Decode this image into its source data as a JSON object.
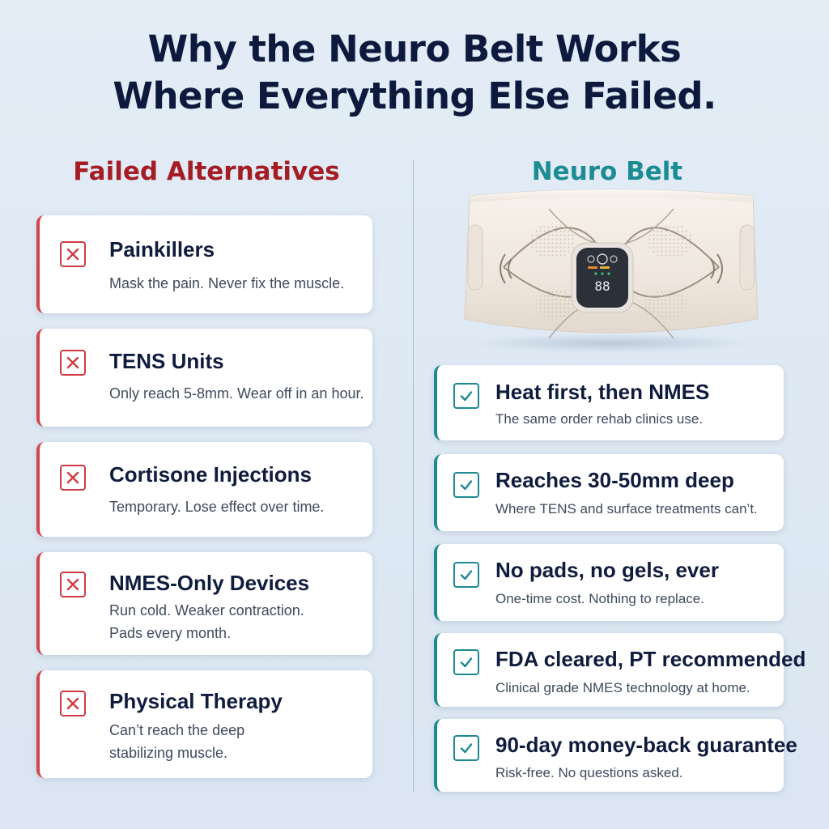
{
  "title": {
    "line1": "Why the Neuro Belt Works",
    "line2": "Where Everything Else Failed."
  },
  "left_column": {
    "heading": "Failed Alternatives",
    "accent_color": "#a51d24",
    "items": [
      {
        "title": "Painkillers",
        "desc": [
          "Mask the pain. Never fix the muscle."
        ]
      },
      {
        "title": "TENS Units",
        "desc": [
          "Only reach 5-8mm. Wear off in an hour."
        ]
      },
      {
        "title": "Cortisone Injections",
        "desc": [
          "Temporary. Lose effect over time."
        ]
      },
      {
        "title": "NMES-Only Devices",
        "desc": [
          "Run cold. Weaker contraction.",
          "Pads every month."
        ]
      },
      {
        "title": "Physical Therapy",
        "desc": [
          "Can’t reach the deep",
          "stabilizing muscle."
        ]
      }
    ],
    "icon": "x-mark-icon"
  },
  "right_column": {
    "heading": "Neuro Belt",
    "accent_color": "#1b8c93",
    "product_display": "88",
    "items": [
      {
        "title": "Heat first, then NMES",
        "desc": [
          "The same order rehab clinics use."
        ]
      },
      {
        "title": "Reaches 30-50mm deep",
        "desc": [
          "Where TENS and surface treatments can’t."
        ]
      },
      {
        "title": "No pads, no gels, ever",
        "desc": [
          "One-time cost. Nothing to replace."
        ]
      },
      {
        "title": "FDA cleared, PT recommended",
        "desc": [
          "Clinical grade NMES technology at home."
        ]
      },
      {
        "title": "90-day money-back guarantee",
        "desc": [
          "Risk-free. No questions asked."
        ]
      }
    ],
    "icon": "check-mark-icon"
  }
}
